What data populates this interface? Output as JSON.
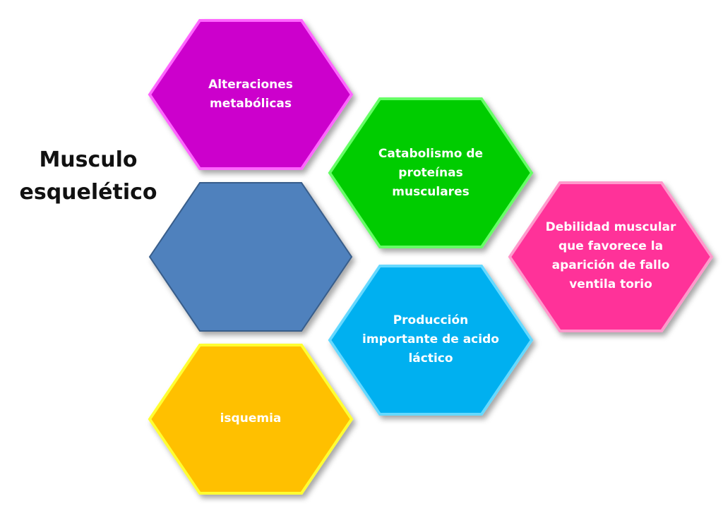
{
  "title": {
    "line1": "Musculo",
    "line2": "esquelético"
  },
  "hexagons": [
    {
      "label": "",
      "color": "#4f81bd",
      "border": "#385d8a",
      "role": "center"
    },
    {
      "label": "Alteraciones metabólicas",
      "color": "#cc00cc",
      "border": "#ff66ff"
    },
    {
      "label": "Catabolismo de proteínas musculares",
      "color": "#00cc00",
      "border": "#66ff66"
    },
    {
      "label": "Debilidad muscular que favorece la aparición de fallo ventila torio",
      "color": "#ff3399",
      "border": "#ff99cc"
    },
    {
      "label": "Producción importante de acido láctico",
      "color": "#00b0f0",
      "border": "#66d9ff"
    },
    {
      "label": "isquemia",
      "color": "#ffc000",
      "border": "#ffff33"
    }
  ]
}
